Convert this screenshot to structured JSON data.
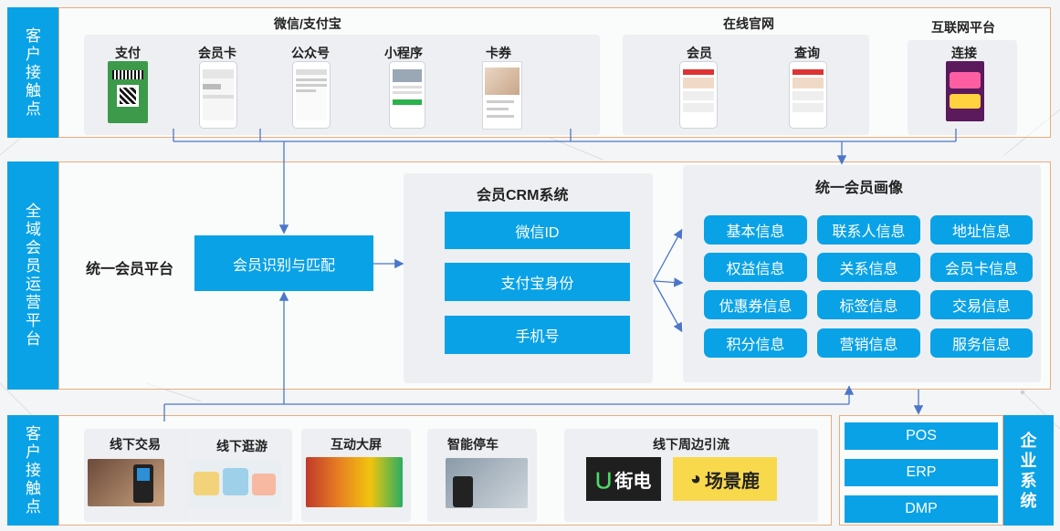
{
  "sidebar": {
    "top": "客户接触点",
    "middle": "全域会员运营平台",
    "bottom": "客户接触点",
    "enterprise": "企业系统"
  },
  "touchpoints_top": {
    "wechat_group": {
      "title": "微信/支付宝",
      "items": [
        "支付",
        "会员卡",
        "公众号",
        "小程序",
        "卡券"
      ]
    },
    "website_group": {
      "title": "在线官网",
      "items": [
        "会员",
        "查询"
      ]
    },
    "internet_group": {
      "title": "互联网平台",
      "items": [
        "连接"
      ]
    }
  },
  "platform": {
    "label": "统一会员平台",
    "match_box": "会员识别与匹配",
    "crm": {
      "title": "会员CRM系统",
      "items": [
        "微信ID",
        "支付宝身份",
        "手机号"
      ]
    },
    "portrait": {
      "title": "统一会员画像",
      "tags": [
        "基本信息",
        "联系人信息",
        "地址信息",
        "权益信息",
        "关系信息",
        "会员卡信息",
        "优惠券信息",
        "标签信息",
        "交易信息",
        "积分信息",
        "营销信息",
        "服务信息"
      ]
    }
  },
  "touchpoints_bottom": {
    "items": [
      "线下交易",
      "线下逛游",
      "互动大屏",
      "智能停车"
    ],
    "peripheral": {
      "title": "线下周边引流",
      "logos": [
        "街电",
        "场景鹿"
      ]
    }
  },
  "enterprise": {
    "systems": [
      "POS",
      "ERP",
      "DMP"
    ]
  },
  "colors": {
    "accent": "#0aa2e6",
    "band_border": "#e8ad7c",
    "line": "#4a77c9"
  }
}
